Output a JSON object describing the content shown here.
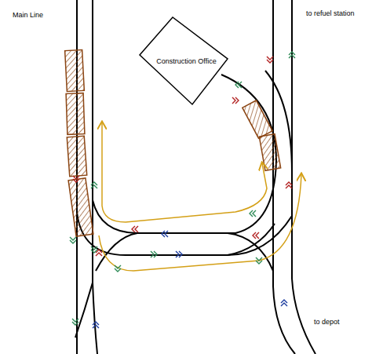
{
  "diagram": {
    "nodes": [
      {
        "text": [
          "Construction Office"
        ]
      }
    ],
    "labels": [
      "Main Line",
      "to refuel station",
      "to depot"
    ]
  }
}
